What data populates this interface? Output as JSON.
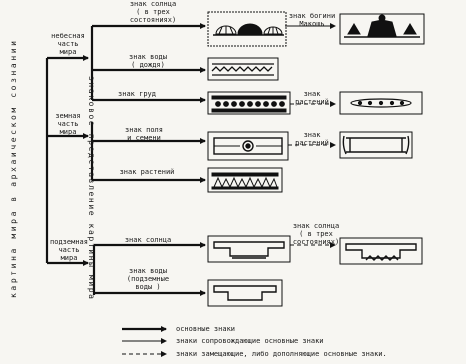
{
  "root_label": "картина мира в архаическом сознании",
  "branch_label": "знаковое представление картины мира",
  "spheres": {
    "heaven": "небесная\nчасть\nмира",
    "earth": "земная\nчасть\nмира",
    "under": "подземная\nчасть\nмира"
  },
  "signs": {
    "sun_three": "знак солнца\n( в трех\nсостояниях)",
    "water": "знак воды\n( дождя)",
    "breast": "знак груд",
    "field": "знак поля\nи семени",
    "plants": "знак растений",
    "sun_under": "знак солнца",
    "water_under": "знак воды\n(подземные\nводы )"
  },
  "secondary": {
    "goddess": "знак богини\nМакошь",
    "plants_a": "знак\nрастений",
    "plants_b": "знак\nрастений",
    "sun_three_b": "знак солнца\n( в трех\nсостояниях)"
  },
  "legend": {
    "main": "основные знаки",
    "accomp": "знаки сопровождающие основные знаки",
    "replace": "знаки замещающие, либо дополняющие основные знаки."
  }
}
